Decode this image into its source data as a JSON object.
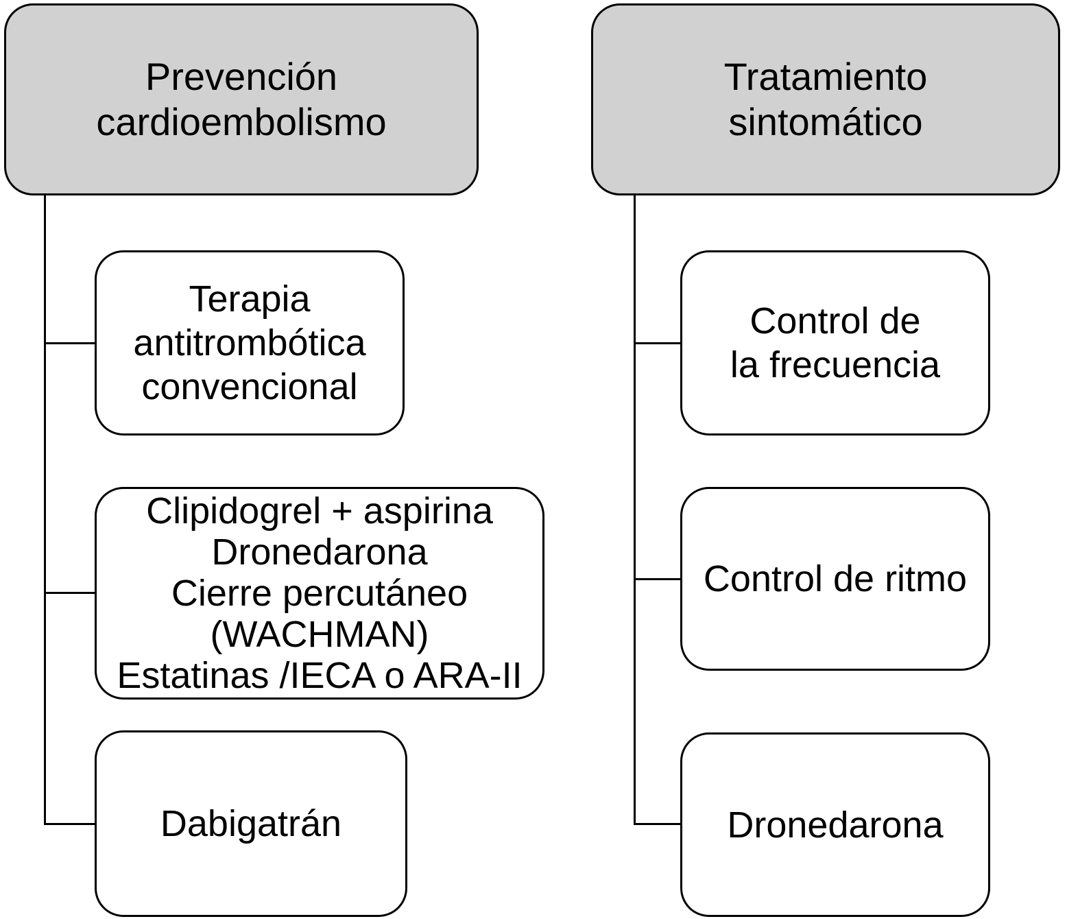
{
  "colors": {
    "header_fill": "#d1d1d1",
    "child_fill": "#ffffff",
    "border": "#000000",
    "text": "#000000",
    "background": "#ffffff"
  },
  "left_column": {
    "header": {
      "lines": [
        "Prevención",
        "cardioembolismo"
      ]
    },
    "children": [
      {
        "lines": [
          "Terapia",
          "antitrombótica",
          "convencional"
        ]
      },
      {
        "lines": [
          "Clipidogrel + aspirina",
          "Dronedarona",
          "Cierre percutáneo",
          "(WACHMAN)",
          "Estatinas /IECA o ARA-II"
        ]
      },
      {
        "lines": [
          "Dabigatrán"
        ]
      }
    ]
  },
  "right_column": {
    "header": {
      "lines": [
        "Tratamiento",
        "sintomático"
      ]
    },
    "children": [
      {
        "lines": [
          "Control de",
          "la frecuencia"
        ]
      },
      {
        "lines": [
          "Control de ritmo"
        ]
      },
      {
        "lines": [
          "Dronedarona"
        ]
      }
    ]
  }
}
